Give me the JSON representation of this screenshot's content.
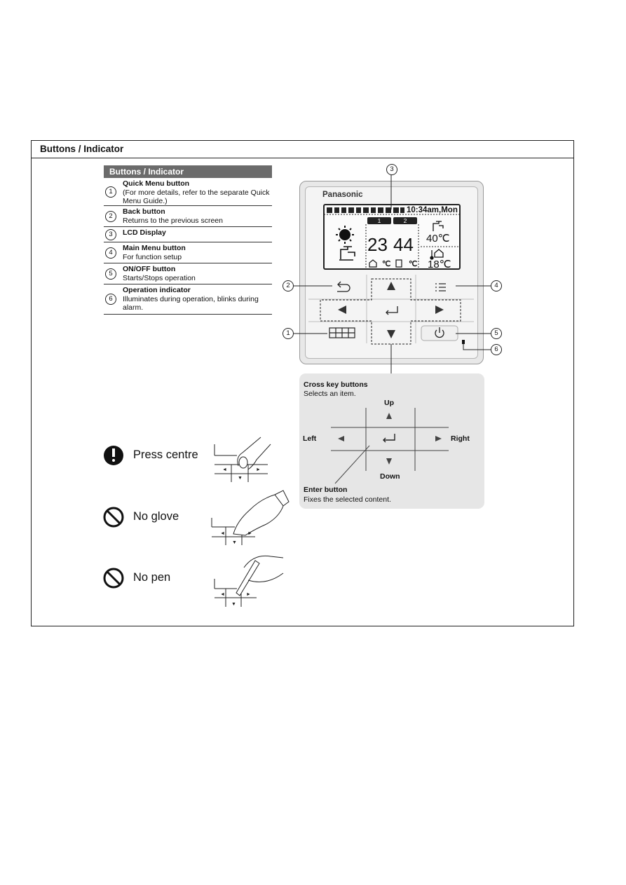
{
  "section": {
    "title": "Buttons / Indicator"
  },
  "table": {
    "header": "Buttons / Indicator",
    "rows": [
      {
        "num": "1",
        "title": "Quick Menu button",
        "desc": "(For more details, refer to the separate Quick Menu Guide.)"
      },
      {
        "num": "2",
        "title": "Back button",
        "desc": "Returns to the previous screen"
      },
      {
        "num": "3",
        "title": "LCD Display",
        "desc": ""
      },
      {
        "num": "4",
        "title": "Main Menu button",
        "desc": "For function setup"
      },
      {
        "num": "5",
        "title": "ON/OFF button",
        "desc": "Starts/Stops operation"
      },
      {
        "num": "6",
        "title": "Operation indicator",
        "desc": "Illuminates during operation, blinks during alarm."
      }
    ]
  },
  "remote": {
    "brand": "Panasonic",
    "time": "10:34am,Mon",
    "zone1": "1",
    "zone2": "2",
    "zone1_temp": "23",
    "zone2_temp": "44",
    "unit": "℃",
    "tank_temp": "40℃",
    "outdoor_temp": "18℃",
    "callouts": [
      "1",
      "2",
      "3",
      "4",
      "5",
      "6"
    ]
  },
  "cross_keys": {
    "title": "Cross key buttons",
    "subtitle": "Selects an item.",
    "up": "Up",
    "down": "Down",
    "left": "Left",
    "right": "Right",
    "enter_title": "Enter button",
    "enter_desc": "Fixes the selected content."
  },
  "instructions": [
    {
      "text": "Press centre",
      "icon": "exclamation-icon"
    },
    {
      "text": "No glove",
      "icon": "prohibited-icon"
    },
    {
      "text": "No pen",
      "icon": "prohibited-icon"
    }
  ]
}
